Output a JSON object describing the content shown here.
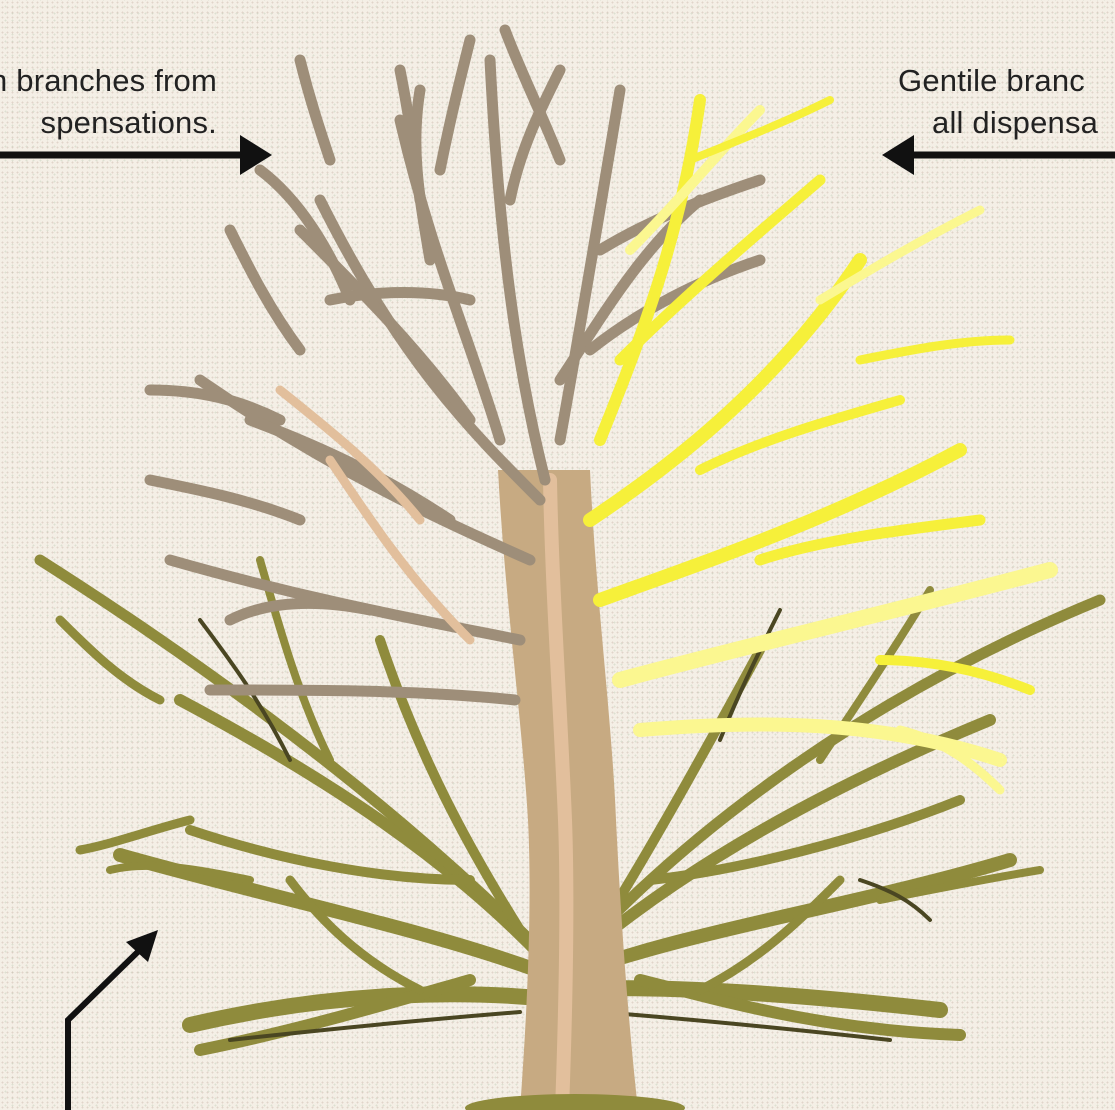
{
  "labels": {
    "left": {
      "line1": "n branches from",
      "line2": "spensations."
    },
    "right": {
      "line1": "Gentile branc",
      "line2": "all dispensa"
    }
  },
  "colors": {
    "background": "#f4efe6",
    "jewish_branches": "#9e8e79",
    "jewish_highlight": "#e2bf9c",
    "gentile_branches": "#f6f03a",
    "gentile_pale": "#fbf790",
    "roots": "#8f8b3c",
    "roots_dark": "#4a4622",
    "trunk": "#c7aa82",
    "arrows": "#111111"
  }
}
